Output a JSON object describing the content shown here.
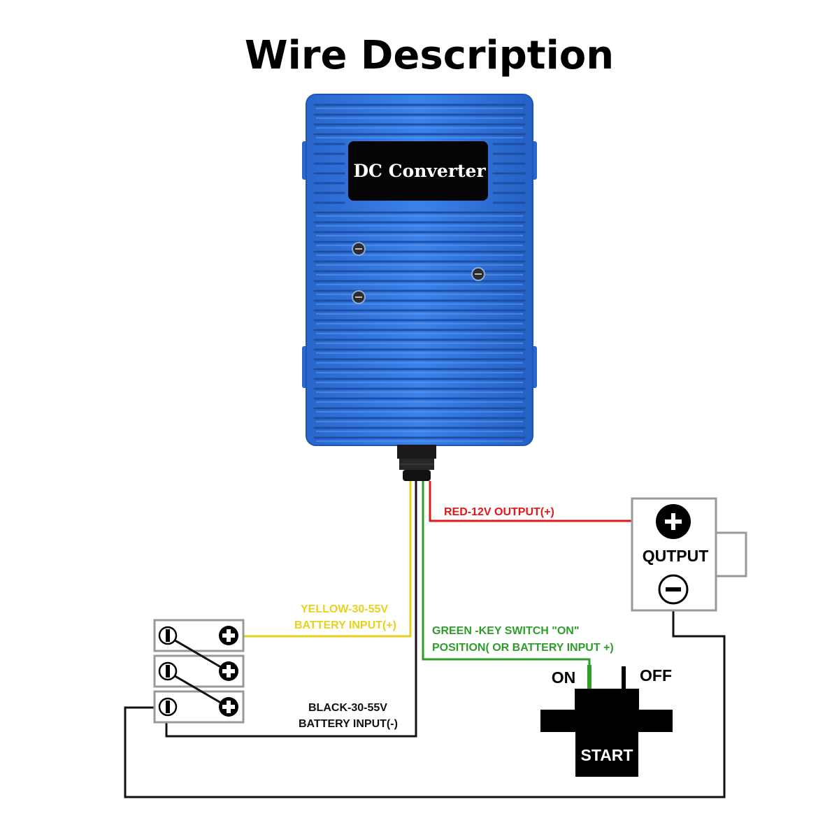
{
  "title": "Wire Description",
  "device": {
    "label": "DC Converter",
    "body_color": "#2f74dd"
  },
  "wires": {
    "red": {
      "line1": "RED-12V OUTPUT(+)",
      "color": "#e01818"
    },
    "yellow": {
      "line1": "YELLOW-30-55V",
      "line2": "BATTERY INPUT(+)",
      "color": "#e6d21c"
    },
    "green": {
      "line1": "GREEN -KEY SWITCH \"ON\"",
      "line2": "POSITION( OR BATTERY INPUT +)",
      "color": "#2e9e2a"
    },
    "black": {
      "line1": "BLACK-30-55V",
      "line2": "BATTERY INPUT(-)",
      "color": "#111111"
    }
  },
  "output_box": {
    "label": "QUTPUT"
  },
  "key_switch": {
    "on_label": "ON",
    "off_label": "OFF",
    "start_label": "START"
  }
}
